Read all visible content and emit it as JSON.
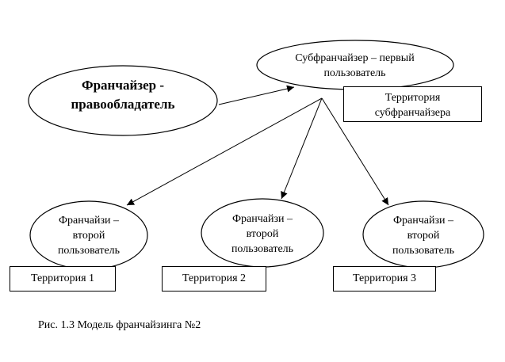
{
  "nodes": {
    "franchisor": {
      "lines": [
        "Франчайзер -",
        "правообладатель"
      ]
    },
    "subfranchisor": {
      "lines": [
        "Субфранчайзер – первый",
        "пользователь"
      ]
    },
    "franchisee1": {
      "lines": [
        "Франчайзи –",
        "второй",
        "пользователь"
      ]
    },
    "franchisee2": {
      "lines": [
        "Франчайзи –",
        "второй",
        "пользователь"
      ]
    },
    "franchisee3": {
      "lines": [
        "Франчайзи –",
        "второй",
        "пользователь"
      ]
    }
  },
  "territories": {
    "sub": {
      "lines": [
        "Территория",
        "субфранчайзера"
      ]
    },
    "t1": {
      "label": "Территория 1"
    },
    "t2": {
      "label": "Территория 2"
    },
    "t3": {
      "label": "Территория 3"
    }
  },
  "caption": "Рис. 1.3 Модель франчайзинга №2"
}
